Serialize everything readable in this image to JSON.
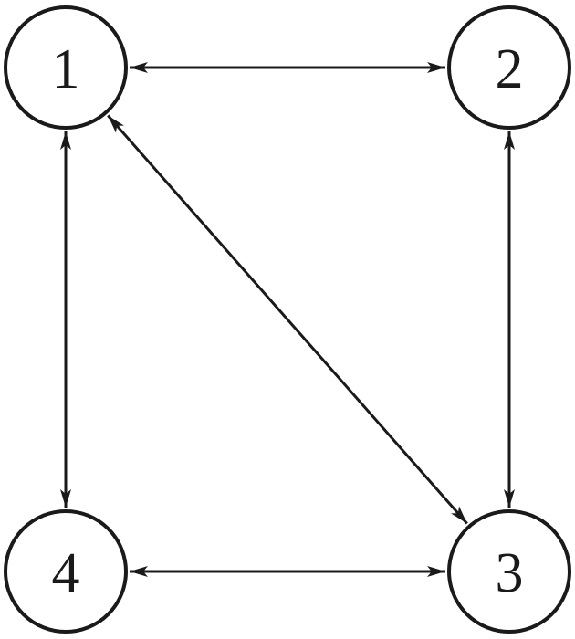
{
  "diagram": {
    "nodes": [
      {
        "id": "1",
        "label": "1"
      },
      {
        "id": "2",
        "label": "2"
      },
      {
        "id": "3",
        "label": "3"
      },
      {
        "id": "4",
        "label": "4"
      }
    ],
    "edges": [
      {
        "from": "1",
        "to": "2",
        "direction": "both"
      },
      {
        "from": "2",
        "to": "3",
        "direction": "both"
      },
      {
        "from": "3",
        "to": "4",
        "direction": "both"
      },
      {
        "from": "4",
        "to": "1",
        "direction": "both"
      },
      {
        "from": "1",
        "to": "3",
        "direction": "both"
      }
    ],
    "colors": {
      "stroke": "#1a1a1a",
      "background": "#ffffff"
    }
  }
}
